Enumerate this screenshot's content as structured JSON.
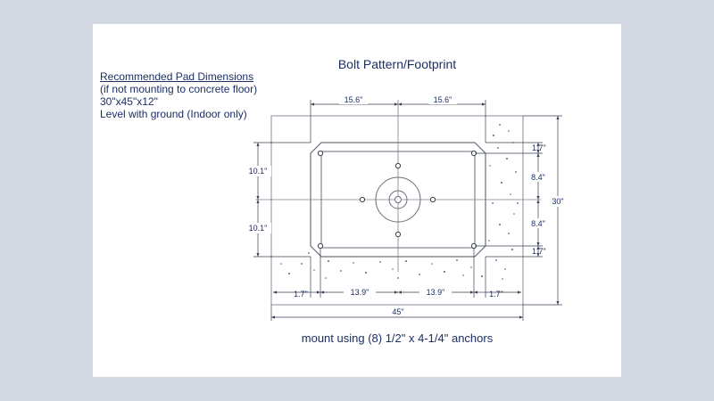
{
  "title": "Bolt Pattern/Footprint",
  "notes": {
    "heading": "Recommended Pad Dimensions",
    "line1": "(if not mounting to concrete floor)",
    "line2": "30\"x45\"x12\"",
    "line3": "Level with ground (Indoor only)"
  },
  "dimensions": {
    "top_left": "15.6\"",
    "top_right": "15.6\"",
    "left_upper": "10.1\"",
    "left_lower": "10.1\"",
    "right_top": "1.7\"",
    "right_upper": "8.4\"",
    "right_lower": "8.4\"",
    "right_bottom": "1.7\"",
    "overall_height": "30\"",
    "bottom_1": "1.7\"",
    "bottom_2": "13.9\"",
    "bottom_3": "13.9\"",
    "bottom_4": "1.7\"",
    "overall_width": "45\""
  },
  "caption": "mount using (8) 1/2\" x 4-1/4\" anchors",
  "colors": {
    "ink": "#1b2f66",
    "line": "#7d8190",
    "background": "#d3d8e3",
    "sheet": "#ffffff"
  }
}
